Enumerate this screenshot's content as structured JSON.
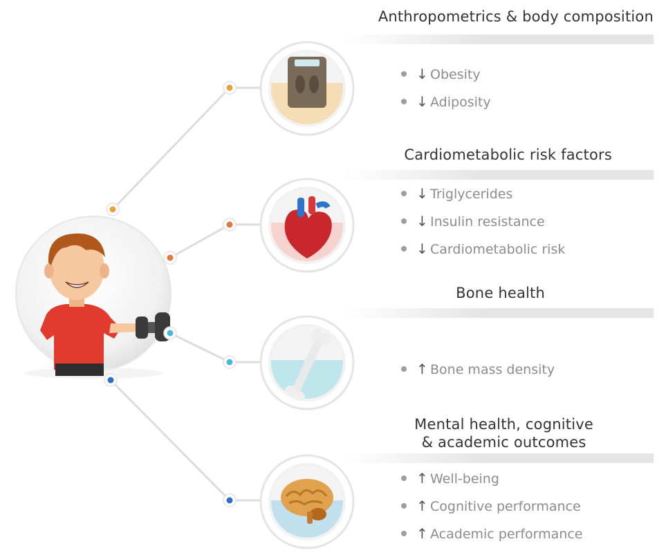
{
  "sections": [
    {
      "id": "anthropometrics",
      "title": "Anthropometrics & body composition",
      "icon": "scale-icon",
      "accent": "#E8A23B",
      "items": [
        {
          "arrow": "↓",
          "text": "Obesity"
        },
        {
          "arrow": "↓",
          "text": "Adiposity"
        }
      ]
    },
    {
      "id": "cardiometabolic",
      "title": "Cardiometabolic risk factors",
      "icon": "heart-icon",
      "accent": "#E27B3F",
      "items": [
        {
          "arrow": "↓",
          "text": "Triglycerides"
        },
        {
          "arrow": "↓",
          "text": "Insulin resistance"
        },
        {
          "arrow": "↓",
          "text": "Cardiometabolic risk"
        }
      ]
    },
    {
      "id": "bone",
      "title": "Bone health",
      "icon": "bone-icon",
      "accent": "#4CB8D8",
      "items": [
        {
          "arrow": "↑",
          "text": "Bone mass density"
        }
      ]
    },
    {
      "id": "mental",
      "title_line1": "Mental health, cognitive",
      "title_line2": "& academic outcomes",
      "icon": "brain-icon",
      "accent": "#2F6FC9",
      "items": [
        {
          "arrow": "↑",
          "text": "Well-being"
        },
        {
          "arrow": "↑",
          "text": "Cognitive performance"
        },
        {
          "arrow": "↑",
          "text": "Academic performance"
        }
      ]
    }
  ],
  "hub": {
    "icon": "child-exercising-icon",
    "colors": {
      "shirt": "#E23A2E",
      "hair": "#B0571C",
      "skin": "#F7C7A0",
      "dumbbell": "#3A3A3A"
    }
  },
  "connector_color": "#DCDCDC"
}
